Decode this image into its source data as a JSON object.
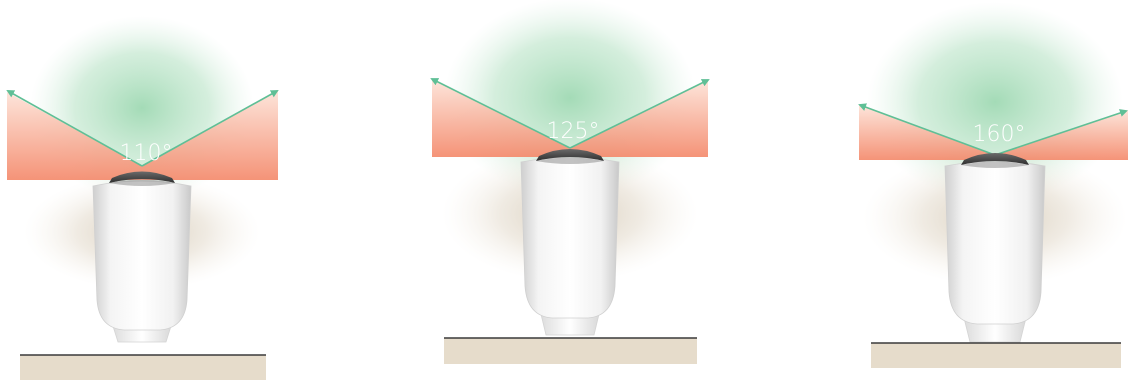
{
  "diagram": {
    "panels": [
      {
        "angle_label": "110°",
        "field_of_view_degrees": 110
      },
      {
        "angle_label": "125°",
        "field_of_view_degrees": 125
      },
      {
        "angle_label": "160°",
        "field_of_view_degrees": 160
      }
    ],
    "colors": {
      "visible_zone": "#9fd9b3",
      "blind_zone_top": "#fde3d8",
      "blind_zone_bottom": "#f48a6c",
      "ray": "#5fbf96",
      "device_body": "#f2f2f2",
      "device_cap": "#4a4a4a",
      "shadow": "#c8b9a0",
      "floor": "#e6dccb",
      "floor_edge": "#3a3a3a"
    },
    "icons": [
      "motion-sensor-device-icon"
    ]
  }
}
